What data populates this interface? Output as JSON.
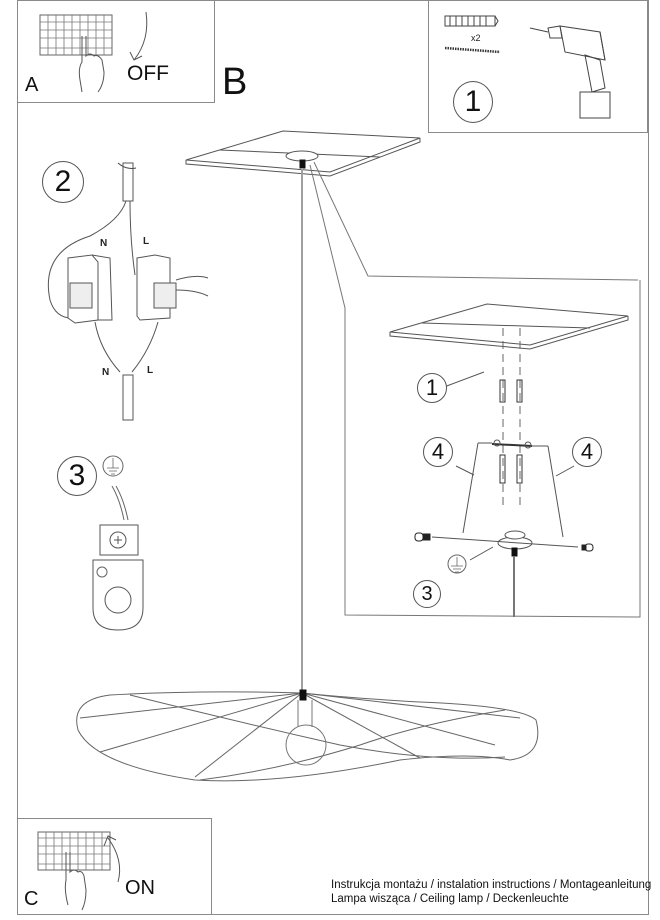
{
  "document": {
    "type": "installation-instructions",
    "footer": {
      "line1": "Instrukcja montażu / instalation instructions / Montageanleitung",
      "line2": "Lampa wisząca / Ceiling lamp / Deckenleuchte"
    }
  },
  "panels": {
    "a": {
      "letter": "A",
      "caption": "OFF"
    },
    "b": {
      "letter": "B"
    },
    "c": {
      "letter": "C",
      "caption": "ON"
    },
    "tools": {
      "step": "1",
      "quantity": "x2"
    }
  },
  "steps": {
    "wiring": {
      "step": "2",
      "neutral_top": "N",
      "live_top": "L",
      "neutral_bottom": "N",
      "live_bottom": "L"
    },
    "earth": {
      "step": "3"
    },
    "detail": {
      "screws_step": "1",
      "bracket_left": "4",
      "bracket_right": "4",
      "earth_step": "3"
    }
  },
  "colors": {
    "line": "#555555",
    "frame": "#8a8a8a",
    "ink": "#111111"
  }
}
